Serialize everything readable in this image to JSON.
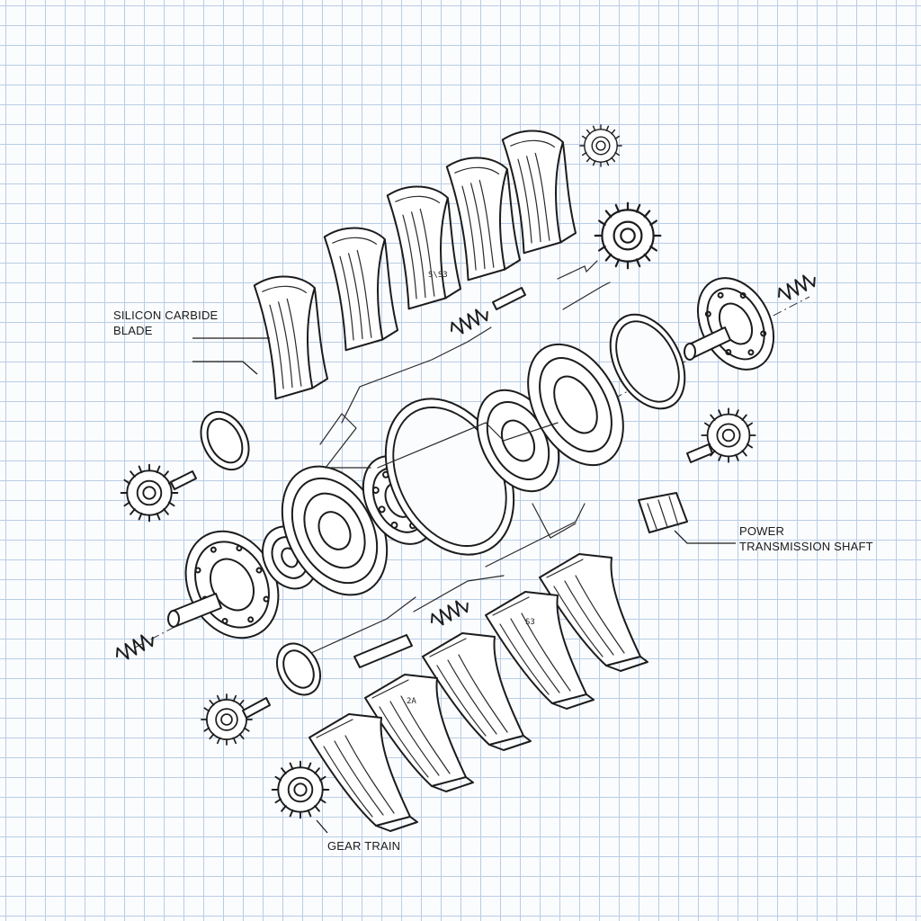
{
  "labels": {
    "blade_line1": "SILICON CARBIDE",
    "blade_line2": "BLADE",
    "shaft_line1": "POWER",
    "shaft_line2": "TRANSMISSION SHAFT",
    "gear_train": "GEAR TRAIN"
  },
  "colors": {
    "paper": "#fbfcfe",
    "grid": "#b9cde6",
    "ink": "#1c1c1c"
  }
}
